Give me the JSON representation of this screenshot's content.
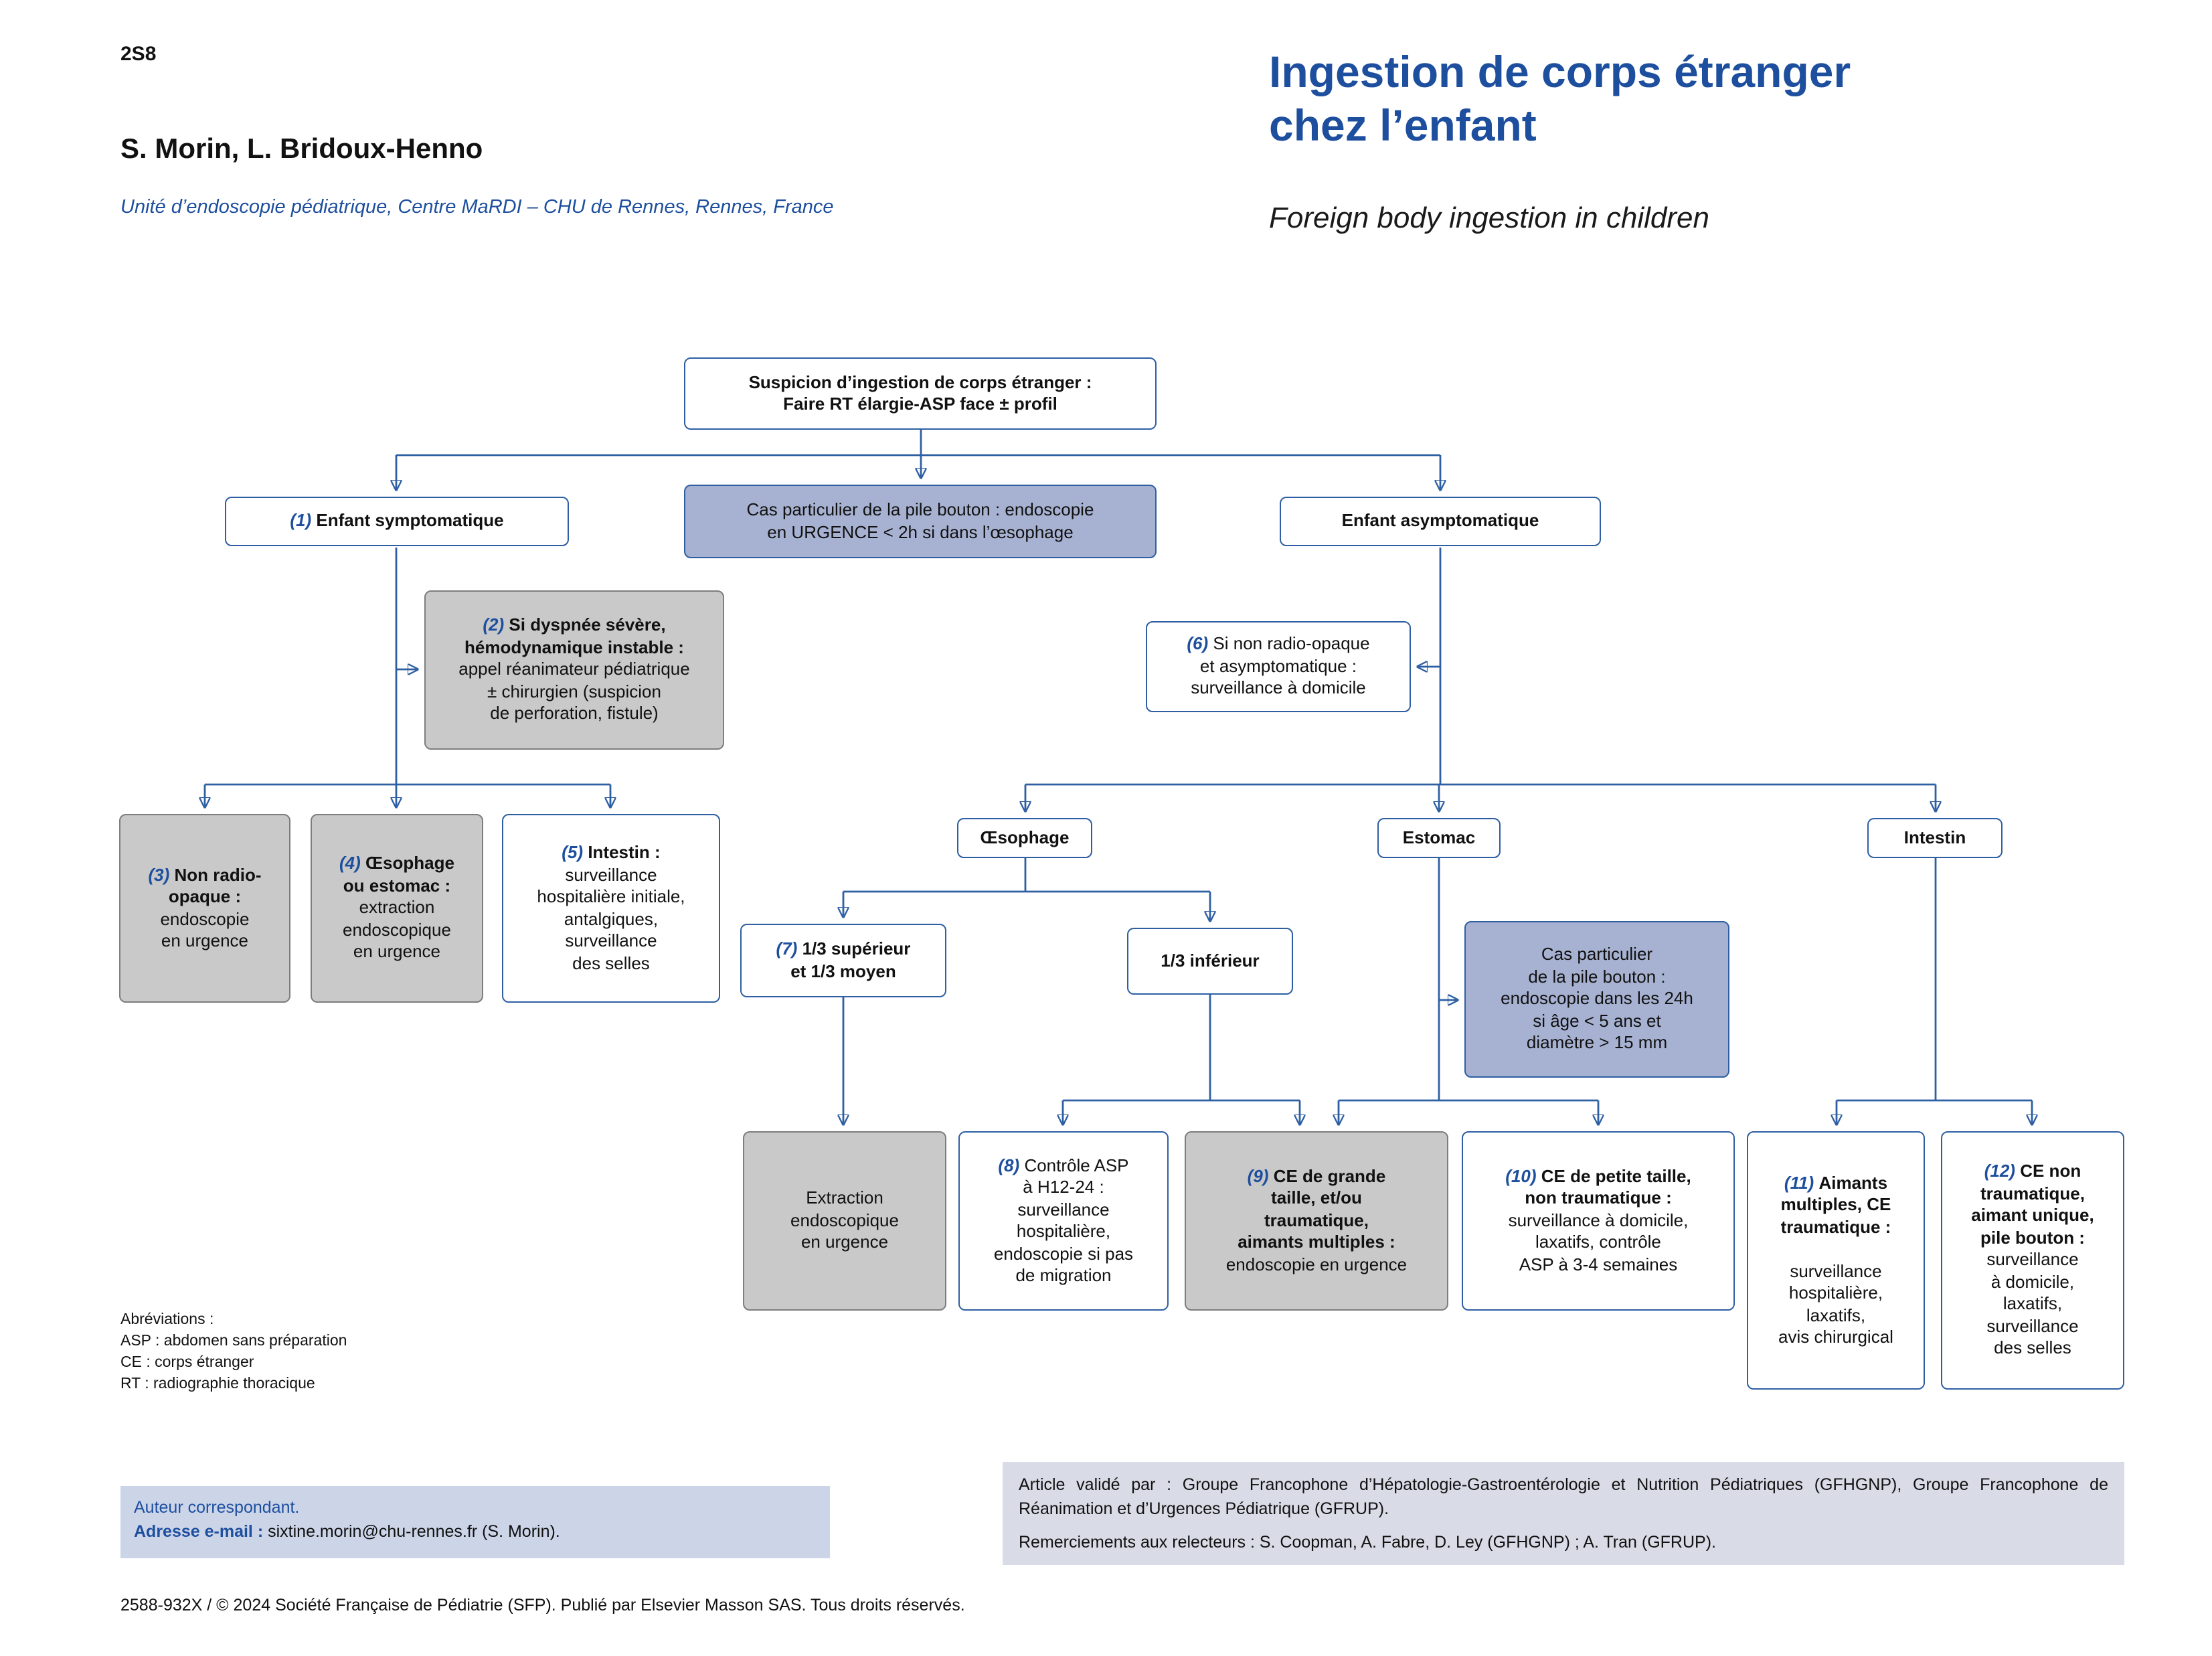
{
  "colors": {
    "accent_blue": "#1d4f9e",
    "box_border_blue": "#2e5fa3",
    "gray_fill": "#c9c9c9",
    "lavender_fill": "#a7b2d2",
    "correspondence_bg": "#ccd4e8",
    "validation_bg": "#d9dce6"
  },
  "header": {
    "page_number": "2S8",
    "authors": "S. Morin, L. Bridoux-Henno",
    "affiliation": "Unité d’endoscopie pédiatrique, Centre MaRDI – CHU de Rennes, Rennes, France",
    "title_fr": "Ingestion de corps étranger\nchez l’enfant",
    "title_en": "Foreign body ingestion in children"
  },
  "flowchart": {
    "root": {
      "head": "Suspicion d’ingestion de corps étranger :\nFaire RT élargie-ASP face ± profil"
    },
    "battery_urgent": {
      "text": "Cas particulier de la pile bouton : endoscopie\nen URGENCE < 2h si dans l’œsophage"
    },
    "symptomatic": {
      "num": "(1)",
      "head": "Enfant symptomatique"
    },
    "asymptomatic": {
      "head": "Enfant asymptomatique"
    },
    "dyspnea": {
      "num": "(2)",
      "head": "Si dyspnée sévère,\nhémodynamique instable :",
      "body": "\nappel réanimateur pédiatrique\n± chirurgien (suspicion\nde perforation, fistule)"
    },
    "home_watch": {
      "num": "(6)",
      "body": "Si non radio-opaque\net asymptomatique :\nsurveillance à domicile"
    },
    "non_radioopaque": {
      "num": "(3)",
      "head": "Non radio-\nopaque :",
      "body": "\nendoscopie\nen urgence"
    },
    "eso_estomac": {
      "num": "(4)",
      "head": "Œsophage\nou estomac :",
      "body": "\nextraction\nendoscopique\nen urgence"
    },
    "intestin_sympt": {
      "num": "(5)",
      "head": "Intestin :",
      "body": "\nsurveillance\nhospitalière initiale,\nantalgiques,\nsurveillance\ndes selles"
    },
    "oesophage": {
      "head": "Œsophage"
    },
    "estomac": {
      "head": "Estomac"
    },
    "intestin": {
      "head": "Intestin"
    },
    "upper_third": {
      "num": "(7)",
      "head": "1/3 supérieur\net 1/3 moyen"
    },
    "lower_third": {
      "head": "1/3 inférieur"
    },
    "battery_24h": {
      "text": "Cas particulier\nde la pile bouton :\nendoscopie dans les 24h\nsi âge < 5 ans et\ndiamètre > 15 mm"
    },
    "extraction": {
      "text": "Extraction\nendoscopique\nen urgence"
    },
    "asp_control": {
      "num": "(8)",
      "body": "Contrôle ASP\nà H12-24 :\nsurveillance\nhospitalière,\nendoscopie si pas\nde migration"
    },
    "large_ce": {
      "num": "(9)",
      "head": "CE de grande\ntaille, et/ou\ntraumatique,\naimants multiples :",
      "body": "\nendoscopie en urgence"
    },
    "small_ce": {
      "num": "(10)",
      "head": "CE de petite taille,\nnon traumatique :",
      "body": "\nsurveillance à domicile,\nlaxatifs, contrôle\nASP à 3-4 semaines"
    },
    "magnets": {
      "num": "(11)",
      "head": "Aimants\nmultiples, CE\ntraumatique :",
      "body": "\n\nsurveillance\nhospitalière,\nlaxatifs,\navis chirurgical"
    },
    "non_traumatic": {
      "num": "(12)",
      "head": "CE non\ntraumatique,\naimant unique,\npile bouton :",
      "body": "\nsurveillance\nà domicile,\nlaxatifs,\nsurveillance\ndes selles"
    }
  },
  "abbreviations": {
    "text": "Abréviations :\nASP : abdomen sans préparation\nCE : corps étranger\nRT : radiographie thoracique"
  },
  "correspondence": {
    "line1": "Auteur correspondant.",
    "email_label": "Adresse e-mail :",
    "email": "sixtine.morin@chu-rennes.fr",
    "email_suffix": " (S. Morin)."
  },
  "validation": {
    "p1": "Article validé par : Groupe Francophone d’Hépatologie-Gastroentérologie et Nutrition Pédiatriques (GFHGNP), Groupe Francophone de Réanimation et d’Urgences Pédiatrique (GFRUP).",
    "p2": "Remerciements aux relecteurs : S. Coopman, A. Fabre, D. Ley (GFHGNP) ; A. Tran (GFRUP)."
  },
  "footer": "2588-932X / © 2024 Société Française de Pédiatrie (SFP). Publié par Elsevier Masson SAS. Tous droits réservés."
}
